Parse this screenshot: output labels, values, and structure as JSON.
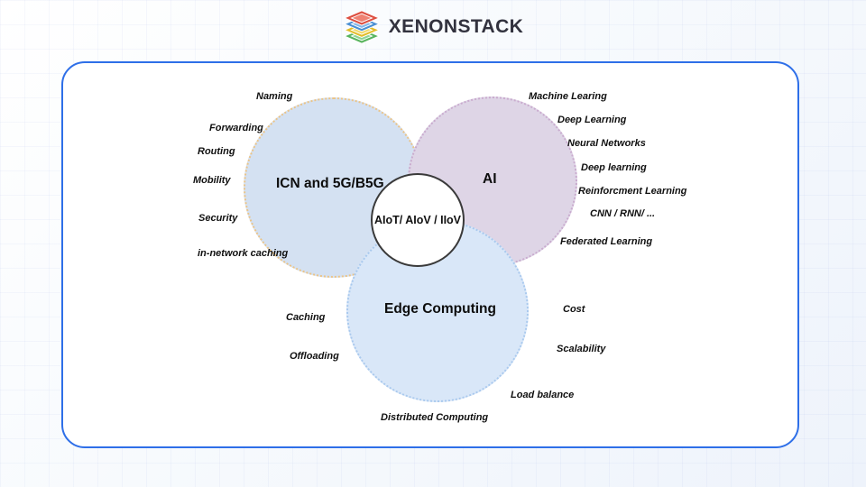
{
  "header": {
    "brand": "XENONSTACK",
    "logo_icon": "layer-stack-icon",
    "logo_layer_colors": [
      "#dd4f41",
      "#4a8fd3",
      "#e3bd2a",
      "#58b45e"
    ],
    "brand_text_color": "#32323e"
  },
  "venn": {
    "center_label": "AIoT/ AIoV / IIoV",
    "circles": [
      {
        "title": "ICN and 5G/B5G",
        "fill": "#d4e1f2",
        "border": "#eac489"
      },
      {
        "title": "AI",
        "fill": "#ded5e6",
        "border": "#c9abce"
      },
      {
        "title": "Edge Computing",
        "fill": "#d9e7f8",
        "border": "#a9c9ee"
      }
    ],
    "icn_labels": [
      "Naming",
      "Forwarding",
      "Routing",
      "Mobility",
      "Security",
      "in-network caching"
    ],
    "ai_labels": [
      "Machine Learing",
      "Deep Learning",
      "Neural Networks",
      "Deep learning",
      "Reinforcment Learning",
      "CNN / RNN/ ...",
      "Federated Learning"
    ],
    "edge_labels": [
      "Caching",
      "Offloading",
      "Cost",
      "Scalability",
      "Load balance",
      "Distributed Computing"
    ]
  },
  "colors": {
    "panel_border": "#2e6fe8",
    "center_circle_border": "#3a3a3a",
    "label_color": "#101010"
  }
}
